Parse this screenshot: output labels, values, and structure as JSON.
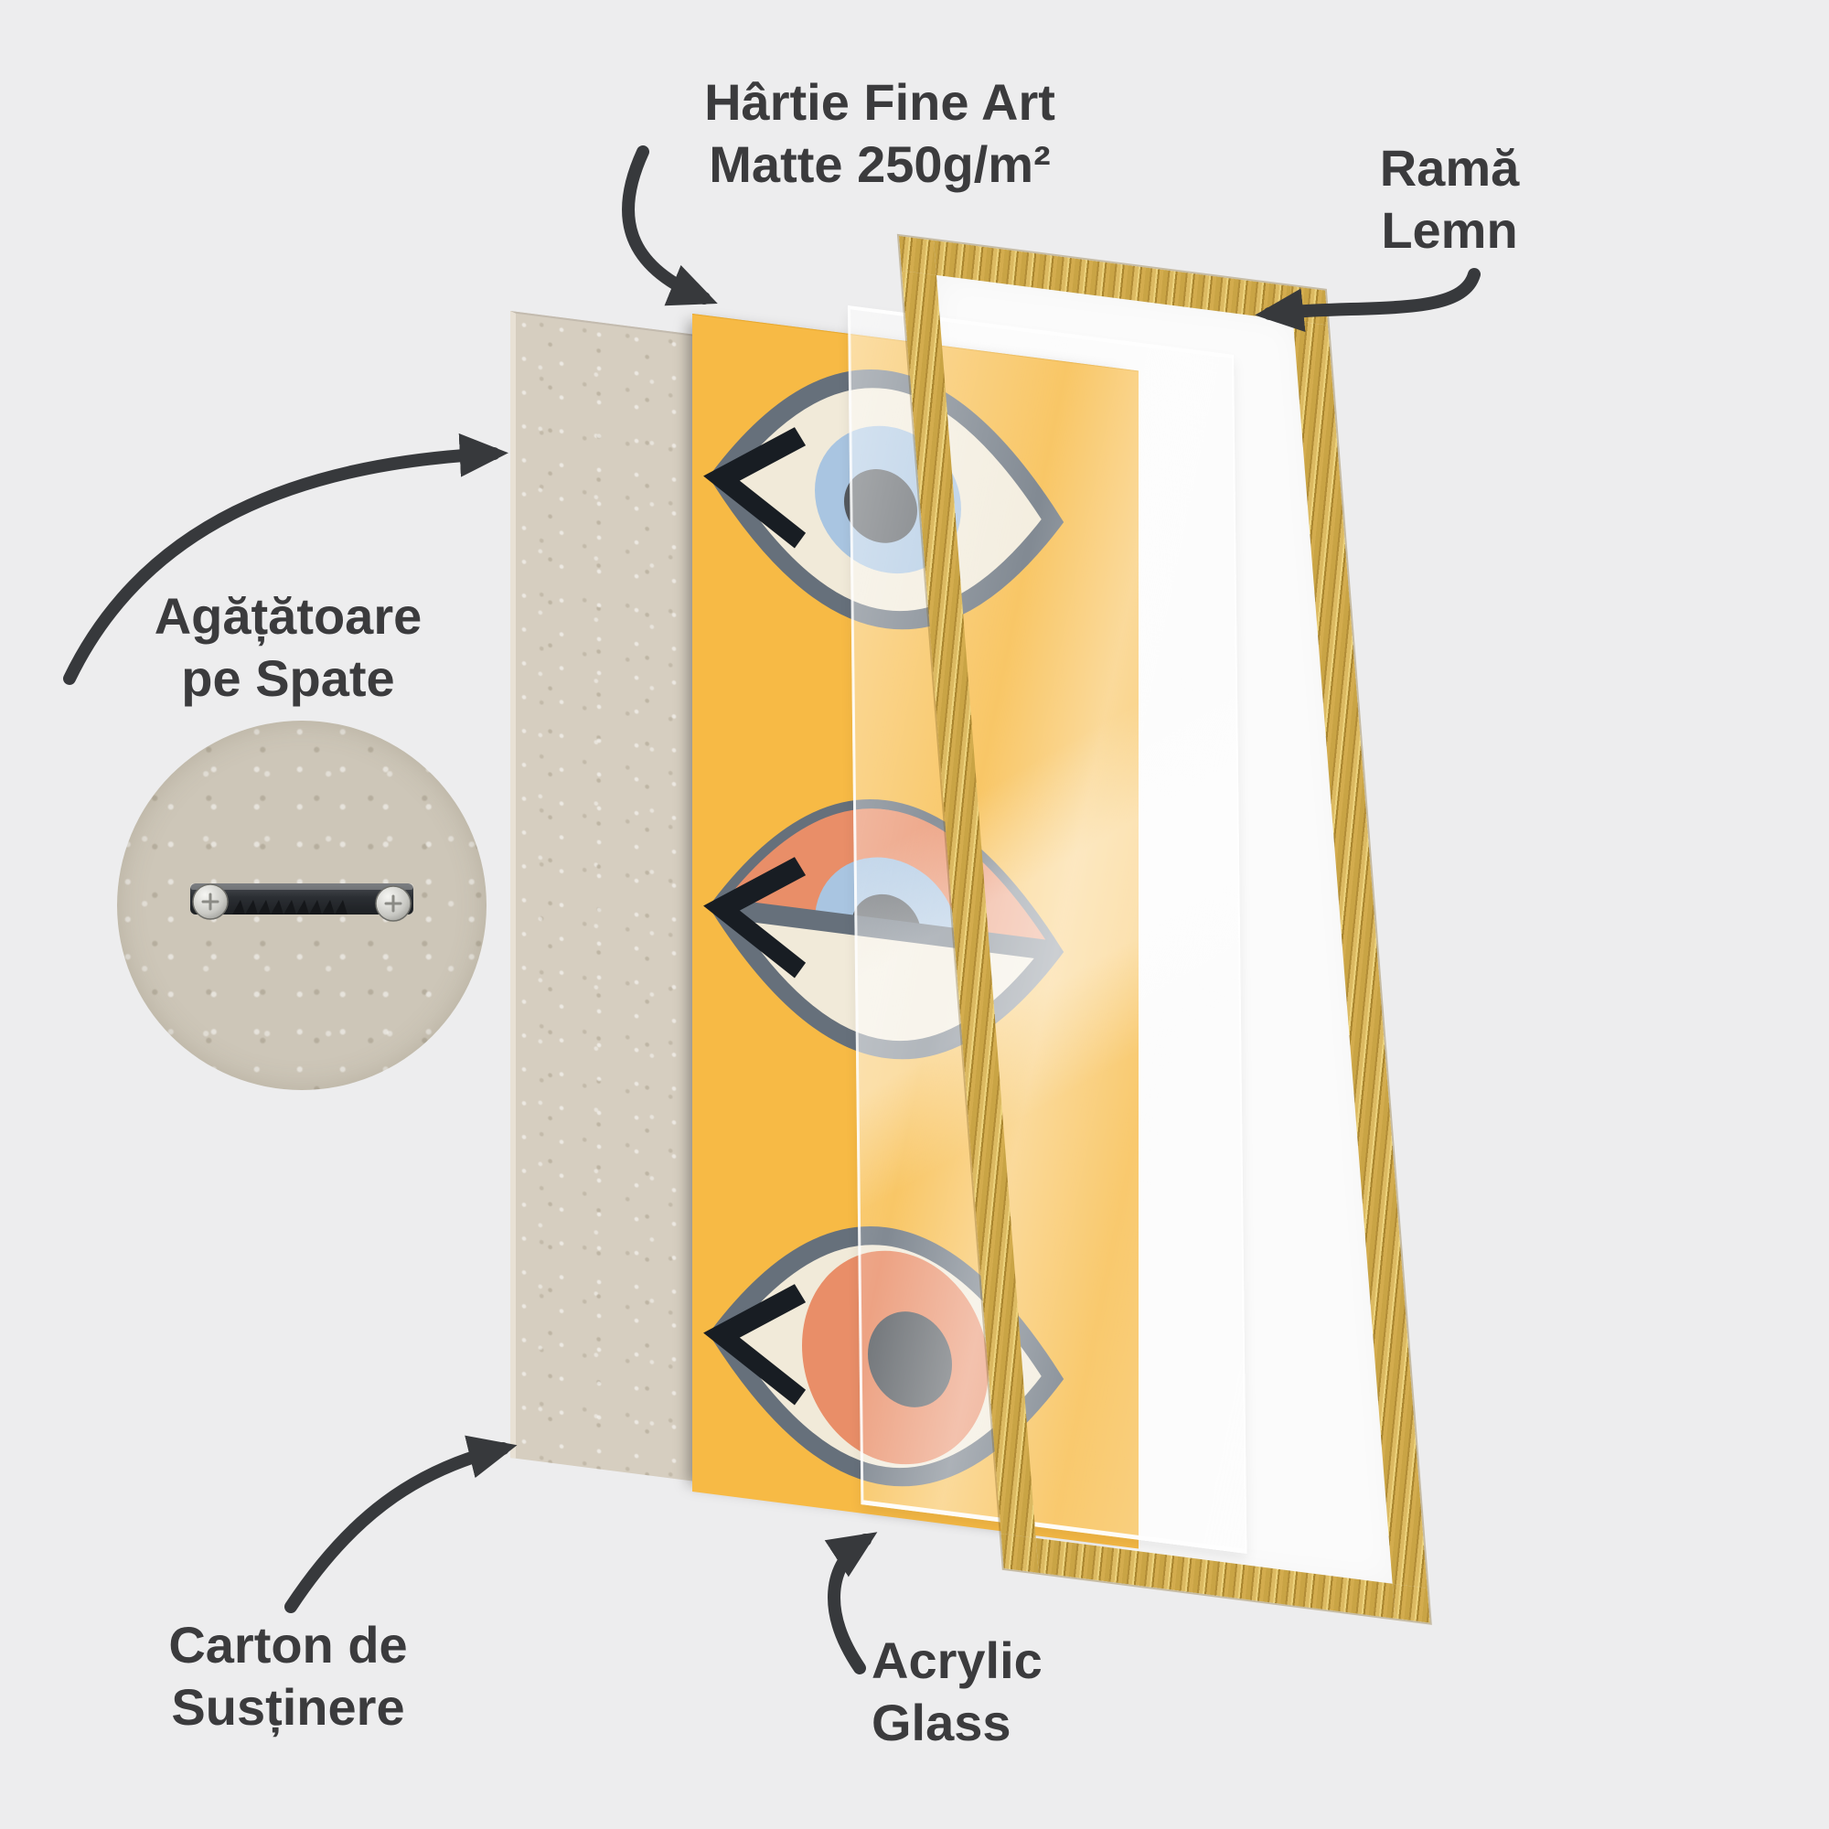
{
  "labels": {
    "paper": {
      "line1": "Hârtie Fine Art",
      "line2": "Matte 250g/m²"
    },
    "frame": {
      "line1": "Ramă",
      "line2": "Lemn"
    },
    "hanger": {
      "line1": "Agățătoare",
      "line2": "pe Spate"
    },
    "backing": {
      "line1": "Carton de",
      "line2": "Susținere"
    },
    "acrylic": {
      "line1": "Acrylic",
      "line2": "Glass"
    }
  },
  "colors": {
    "bg": "#ededee",
    "ink": "#37393c",
    "textColor": "#3b3b3d",
    "gold": "#c9a445",
    "paperYellow": "#f7ba45",
    "cardboard": "#d6cec0",
    "insetBeige": "#cdc6b8",
    "cream": "#f1ead9",
    "slate": "#66707b",
    "eyeBlue": "#a9c5e1",
    "eyeSalmon": "#e98e68",
    "pupil": "#54595e",
    "tipBlack": "#181d23",
    "white": "#fbfbfb"
  }
}
